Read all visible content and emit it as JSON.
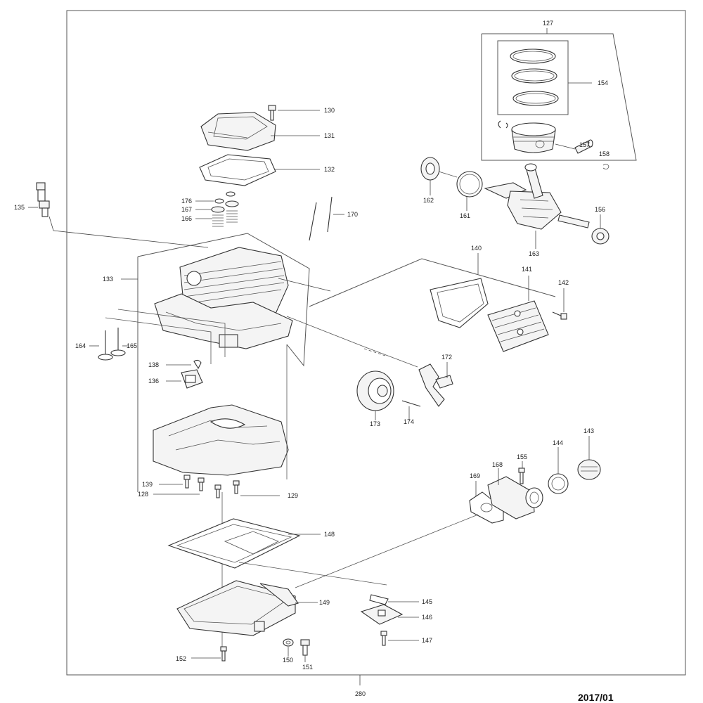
{
  "labels": {
    "p127": "127",
    "p154": "154",
    "p157": "157",
    "p158": "158",
    "p130": "130",
    "p131": "131",
    "p132": "132",
    "p135": "135",
    "p176": "176",
    "p167": "167",
    "p166": "166",
    "p170": "170",
    "p162": "162",
    "p161": "161",
    "p156": "156",
    "p163": "163",
    "p140": "140",
    "p141": "141",
    "p142": "142",
    "p133": "133",
    "p164": "164",
    "p165": "165",
    "p138": "138",
    "p136": "136",
    "p172": "172",
    "p173": "173",
    "p174": "174",
    "p143": "143",
    "p144": "144",
    "p155": "155",
    "p168": "168",
    "p169": "169",
    "p139": "139",
    "p128": "128",
    "p129": "129",
    "p148": "148",
    "p149": "149",
    "p145": "145",
    "p146": "146",
    "p147": "147",
    "p152": "152",
    "p150": "150",
    "p151": "151",
    "p280": "280"
  },
  "footer": {
    "date": "2017/01"
  }
}
